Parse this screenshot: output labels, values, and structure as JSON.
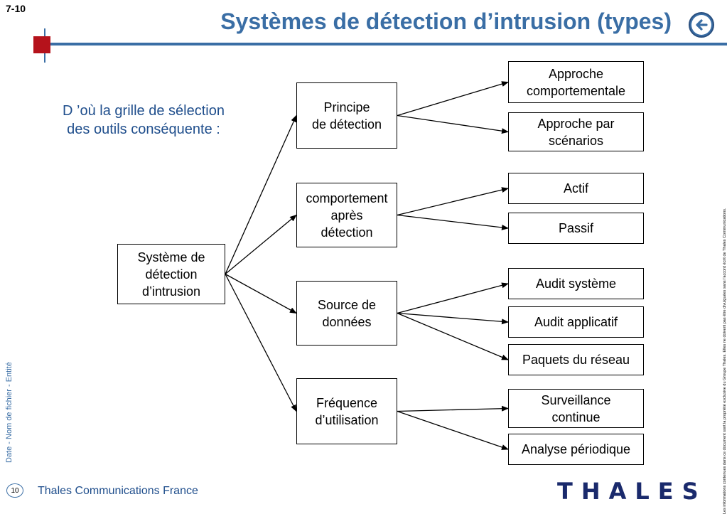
{
  "header": {
    "slide_number": "7-10",
    "title": "Systèmes de détection d’intrusion (types)"
  },
  "intro_text": "D ’où la grille de sélection\ndes outils conséquente :",
  "diagram": {
    "root": "Système de\ndétection\nd’intrusion",
    "categories": [
      {
        "label": "Principe\nde détection",
        "children": [
          "Approche\ncomportementale",
          "Approche par\nscénarios"
        ]
      },
      {
        "label": "comportement\naprès\ndétection",
        "children": [
          "Actif",
          "Passif"
        ]
      },
      {
        "label": "Source de\ndonnées",
        "children": [
          "Audit système",
          "Audit applicatif",
          "Paquets du réseau"
        ]
      },
      {
        "label": "Fréquence\nd’utilisation",
        "children": [
          "Surveillance\ncontinue",
          "Analyse périodique"
        ]
      }
    ]
  },
  "sidebar_left": "Date - Nom de fichier - Entité",
  "sidebar_right": "Les informations contenues dans ce document sont la propriété exclusive du Groupe Thales. Elles ne doivent pas être divulguées sans l’accord écrit de Thales  Communications.",
  "footer": {
    "page_number": "10",
    "company": "Thales Communications France",
    "logo": "THALES"
  },
  "colors": {
    "accent": "#3a6ea5",
    "marker": "#b5121b",
    "text_blue": "#1f4e8c"
  }
}
